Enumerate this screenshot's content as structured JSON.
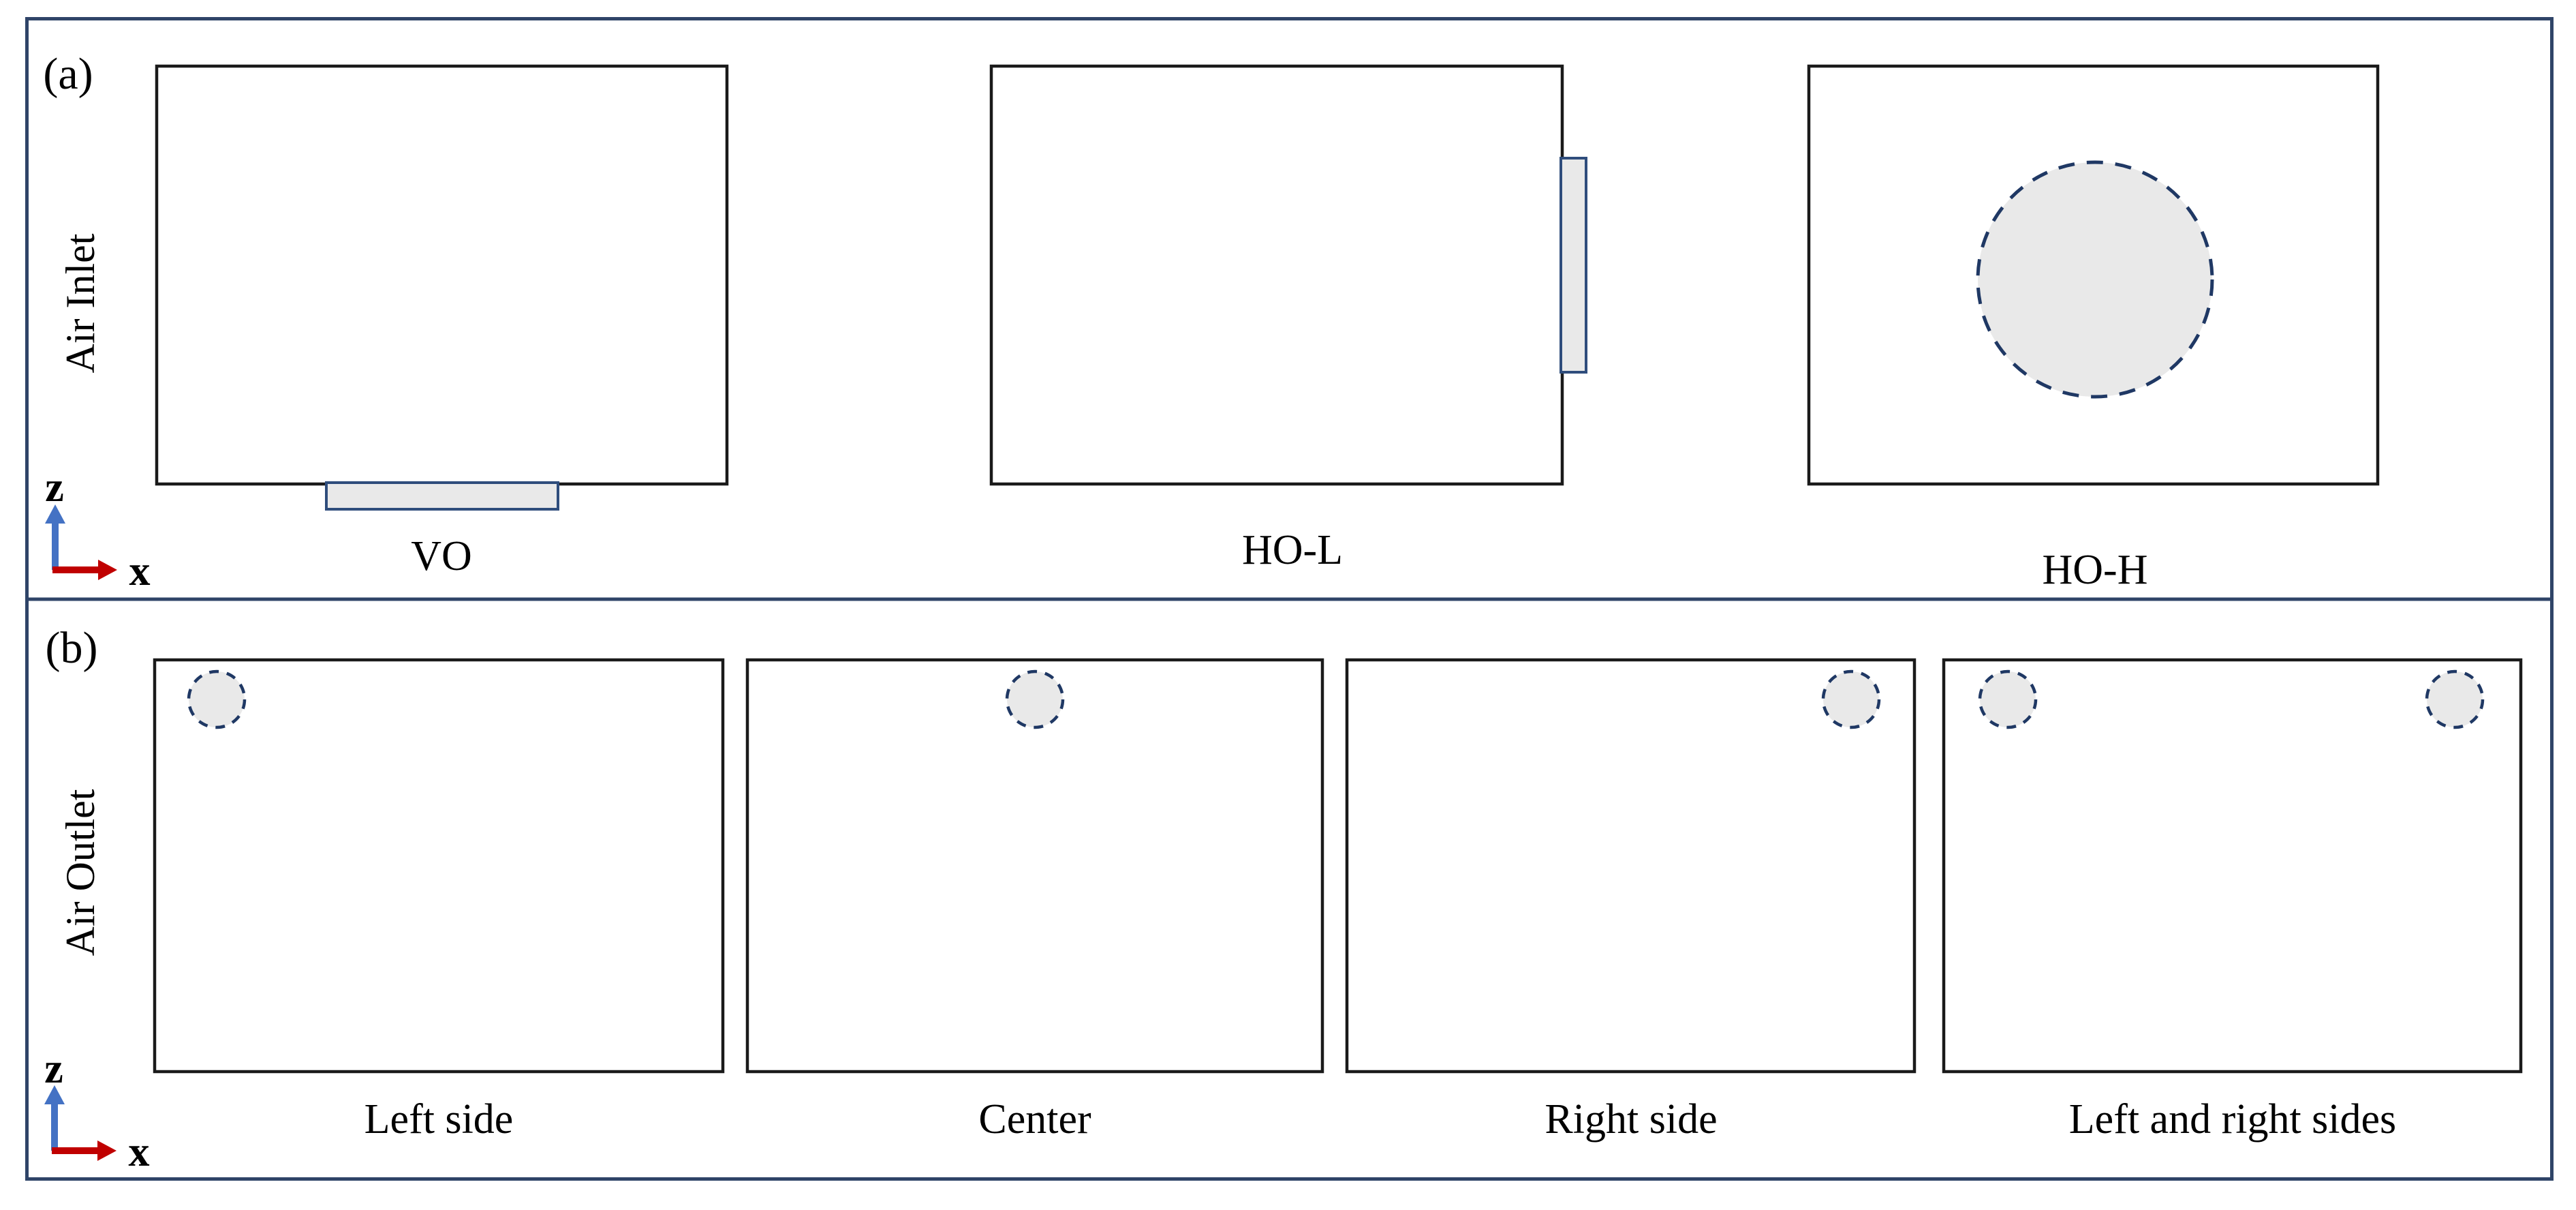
{
  "figure": {
    "panel_a": {
      "tag": "(a)",
      "side_label": "Air Inlet",
      "configs": [
        {
          "label": "VO"
        },
        {
          "label": "HO-L"
        },
        {
          "label": "HO-H"
        }
      ],
      "axes": {
        "z": "z",
        "x": "x"
      }
    },
    "panel_b": {
      "tag": "(b)",
      "side_label": "Air Outlet",
      "configs": [
        {
          "label": "Left side"
        },
        {
          "label": "Center"
        },
        {
          "label": "Right side"
        },
        {
          "label": "Left and right sides"
        }
      ],
      "axes": {
        "z": "z",
        "x": "x"
      }
    },
    "colors": {
      "frame_navy": "#2f4468",
      "dash_navy": "#1f3864",
      "vent_fill": "#e9e9e9",
      "vent_border": "#2f4d7c",
      "room_stroke": "#1a1a1a",
      "axis_z_blue": "#4472c4",
      "axis_x_red": "#c00000",
      "text": "#000000"
    }
  }
}
